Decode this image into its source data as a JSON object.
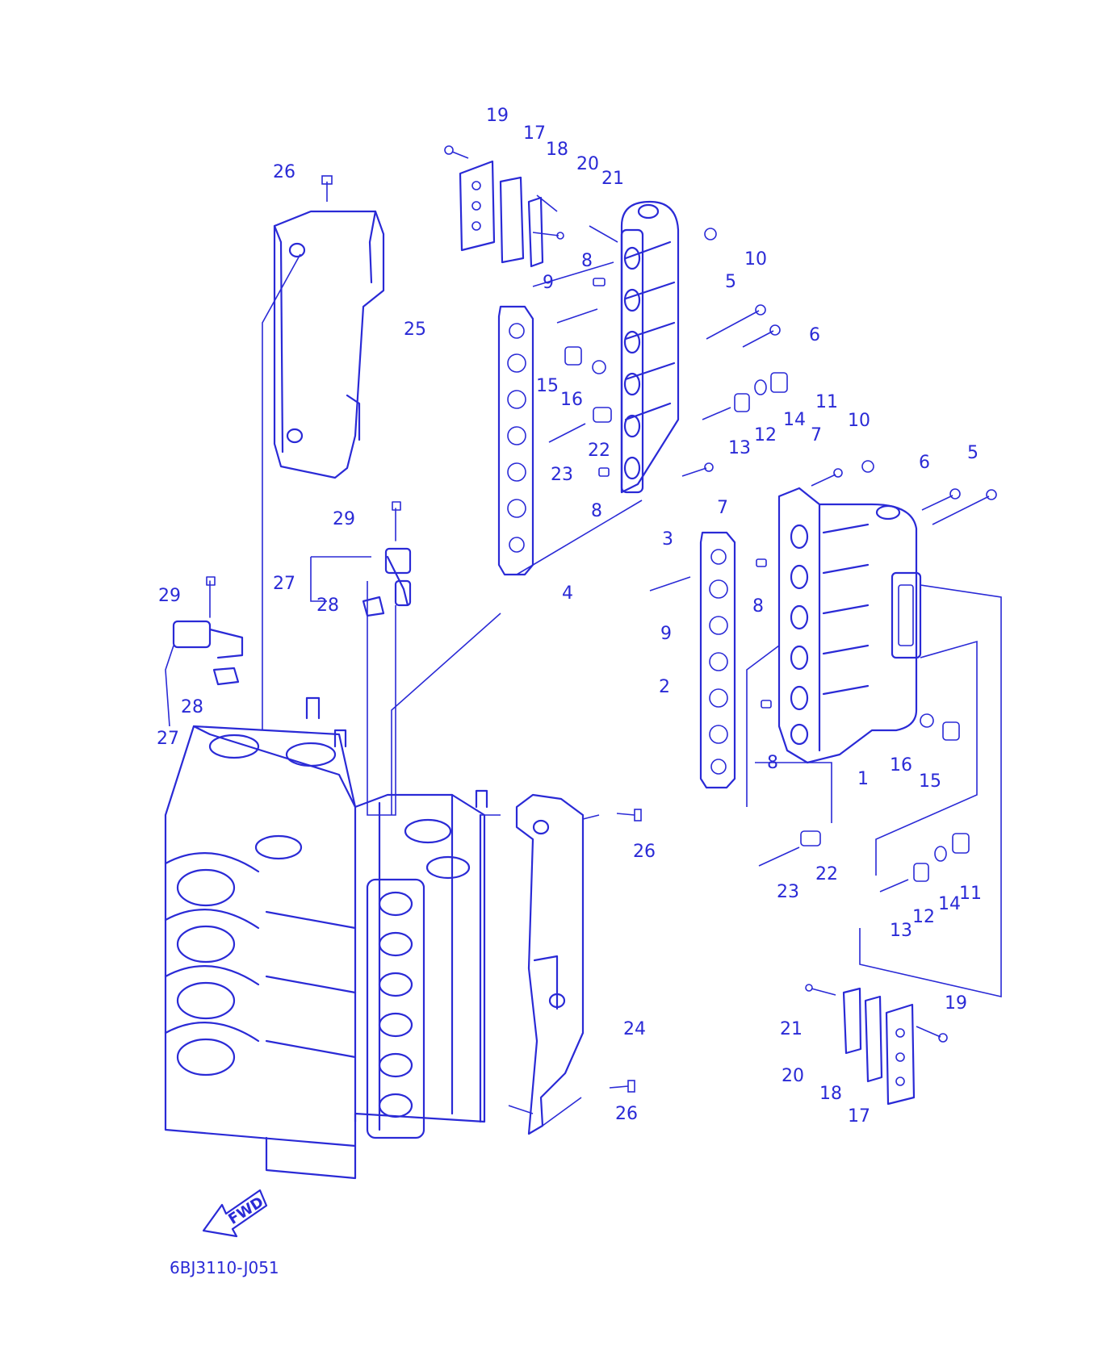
{
  "diagram": {
    "code": "6BJ3110-J051",
    "fwd_label": "FWD",
    "line_color": "#2a2ad6",
    "callouts": [
      {
        "id": "c19a",
        "text": "19"
      },
      {
        "id": "c17a",
        "text": "17"
      },
      {
        "id": "c18a",
        "text": "18"
      },
      {
        "id": "c20a",
        "text": "20"
      },
      {
        "id": "c21a",
        "text": "21"
      },
      {
        "id": "c26a",
        "text": "26"
      },
      {
        "id": "c10a",
        "text": "10"
      },
      {
        "id": "c8a",
        "text": "8"
      },
      {
        "id": "c9a",
        "text": "9"
      },
      {
        "id": "c5a",
        "text": "5"
      },
      {
        "id": "c25",
        "text": "25"
      },
      {
        "id": "c6a",
        "text": "6"
      },
      {
        "id": "c15a",
        "text": "15"
      },
      {
        "id": "c16a",
        "text": "16"
      },
      {
        "id": "c11a",
        "text": "11"
      },
      {
        "id": "c14a",
        "text": "14"
      },
      {
        "id": "c13a",
        "text": "13"
      },
      {
        "id": "c12a",
        "text": "12"
      },
      {
        "id": "c22a",
        "text": "22"
      },
      {
        "id": "c23a",
        "text": "23"
      },
      {
        "id": "c7a",
        "text": "7"
      },
      {
        "id": "c10b",
        "text": "10"
      },
      {
        "id": "c7b",
        "text": "7"
      },
      {
        "id": "c6b",
        "text": "6"
      },
      {
        "id": "c5b",
        "text": "5"
      },
      {
        "id": "c8b",
        "text": "8"
      },
      {
        "id": "c3",
        "text": "3"
      },
      {
        "id": "c29a",
        "text": "29"
      },
      {
        "id": "c27a",
        "text": "27"
      },
      {
        "id": "c28a",
        "text": "28"
      },
      {
        "id": "c4",
        "text": "4"
      },
      {
        "id": "c29b",
        "text": "29"
      },
      {
        "id": "c8c",
        "text": "8"
      },
      {
        "id": "c9b",
        "text": "9"
      },
      {
        "id": "c2",
        "text": "2"
      },
      {
        "id": "c28b",
        "text": "28"
      },
      {
        "id": "c27b",
        "text": "27"
      },
      {
        "id": "c8d",
        "text": "8"
      },
      {
        "id": "c1",
        "text": "1"
      },
      {
        "id": "c16b",
        "text": "16"
      },
      {
        "id": "c15b",
        "text": "15"
      },
      {
        "id": "c26b",
        "text": "26"
      },
      {
        "id": "c22b",
        "text": "22"
      },
      {
        "id": "c23b",
        "text": "23"
      },
      {
        "id": "c11b",
        "text": "11"
      },
      {
        "id": "c14b",
        "text": "14"
      },
      {
        "id": "c12b",
        "text": "12"
      },
      {
        "id": "c13b",
        "text": "13"
      },
      {
        "id": "c24",
        "text": "24"
      },
      {
        "id": "c19b",
        "text": "19"
      },
      {
        "id": "c21b",
        "text": "21"
      },
      {
        "id": "c20b",
        "text": "20"
      },
      {
        "id": "c26c",
        "text": "26"
      },
      {
        "id": "c18b",
        "text": "18"
      },
      {
        "id": "c17b",
        "text": "17"
      }
    ]
  }
}
